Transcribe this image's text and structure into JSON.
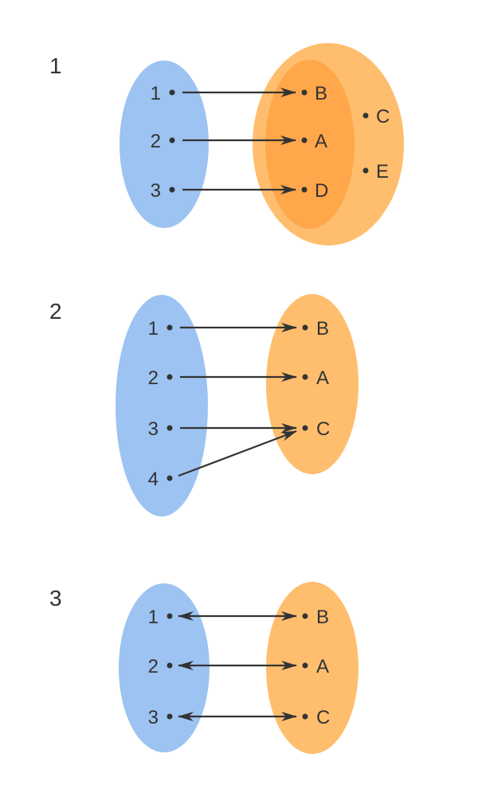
{
  "colors": {
    "domain": "#9cc3f1",
    "codomain": "#ffbe6e",
    "range": "#ffa74a",
    "ink": "#333333"
  },
  "diagrams": [
    {
      "number": "1",
      "domain": [
        "1",
        "2",
        "3"
      ],
      "codomain": [
        "B",
        "A",
        "D",
        "C",
        "E"
      ],
      "range": [
        "B",
        "A",
        "D"
      ],
      "mappings": [
        {
          "from": "1",
          "to": "B"
        },
        {
          "from": "2",
          "to": "A"
        },
        {
          "from": "3",
          "to": "D"
        }
      ]
    },
    {
      "number": "2",
      "domain": [
        "1",
        "2",
        "3",
        "4"
      ],
      "codomain": [
        "B",
        "A",
        "C"
      ],
      "mappings": [
        {
          "from": "1",
          "to": "B"
        },
        {
          "from": "2",
          "to": "A"
        },
        {
          "from": "3",
          "to": "C"
        },
        {
          "from": "4",
          "to": "C"
        }
      ]
    },
    {
      "number": "3",
      "domain": [
        "1",
        "2",
        "3"
      ],
      "codomain": [
        "B",
        "A",
        "C"
      ],
      "mappings": [
        {
          "from": "1",
          "to": "B",
          "bidirectional": true
        },
        {
          "from": "2",
          "to": "A",
          "bidirectional": true
        },
        {
          "from": "3",
          "to": "C",
          "bidirectional": true
        }
      ]
    }
  ]
}
